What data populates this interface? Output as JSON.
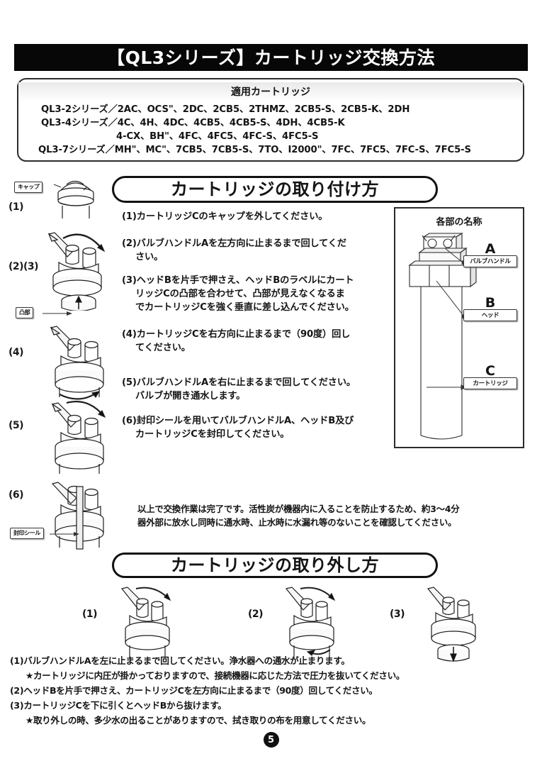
{
  "page": {
    "title": "【QL3シリーズ】カートリッジ交換方法",
    "page_number": "5"
  },
  "cartridge_box": {
    "title": "適用カートリッジ",
    "lines": [
      "QL3-2シリーズ／2AC、OCS\"、2DC、2CB5、2THMZ、2CB5-S、2CB5-K、2DH",
      "QL3-4シリーズ／4C、4H、4DC、4CB5、4CB5-S、4DH、4CB5-K",
      "4-CX、BH\"、4FC、4FC5、4FC-S、4FC5-S",
      "QL3-7シリーズ／MH\"、MC\"、7CB5、7CB5-S、7TO、I2000\"、7FC、7FC5、7FC-S、7FC5-S"
    ]
  },
  "install": {
    "heading": "カートリッジの取り付け方",
    "steps": [
      {
        "num": "(1)",
        "lines": [
          "カートリッジCのキャップを外してください。"
        ]
      },
      {
        "num": "(2)",
        "lines": [
          "バルブハンドルAを左方向に止まるまで回してくだ",
          "さい。"
        ]
      },
      {
        "num": "(3)",
        "lines": [
          "ヘッドBを片手で押さえ、ヘッドBのラベルにカート",
          "リッジCの凸部を合わせて、凸部が見えなくなるま",
          "でカートリッジCを強く垂直に差し込んでください。"
        ]
      },
      {
        "num": "(4)",
        "lines": [
          "カートリッジCを右方向に止まるまで（90度）回し",
          "てください。"
        ]
      },
      {
        "num": "(5)",
        "lines": [
          "バルブハンドルAを右に止まるまで回してください。",
          "バルブが開き通水します。"
        ]
      },
      {
        "num": "(6)",
        "lines": [
          "封印シールを用いてバルブハンドルA、ヘッドB及び",
          "カートリッジCを封印してください。"
        ]
      }
    ],
    "closing": [
      "以上で交換作業は完了です。活性炭が機器内に入ることを防止するため、約3〜4分",
      "器外部に放水し同時に通水時、止水時に水漏れ等のないことを確認してください。"
    ],
    "illustration_labels": [
      "(1)",
      "(2)(3)",
      "(4)",
      "(5)",
      "(6)"
    ],
    "callouts": {
      "cap": "キャップ",
      "boss": "凸部",
      "seal": "封印シール"
    }
  },
  "parts_diagram": {
    "title": "各部の名称",
    "items": [
      {
        "letter": "A",
        "label": "バルブハンドル"
      },
      {
        "letter": "B",
        "label": "ヘッド"
      },
      {
        "letter": "C",
        "label": "カートリッジ"
      }
    ]
  },
  "removal": {
    "heading": "カートリッジの取り外し方",
    "figure_numbers": [
      "(1)",
      "(2)",
      "(3)"
    ],
    "notes": [
      "(1)バルブハンドルAを左に止まるまで回してください。浄水器への通水が止まります。",
      "★カートリッジに内圧が掛かっておりますので、接続機器に応じた方法で圧力を抜いてください。",
      "(2)ヘッドBを片手で押さえ、カートリッジCを左方向に止まるまで（90度）回してください。",
      "(3)カートリッジCを下に引くとヘッドBから抜けます。",
      "★取り外しの時、多少水の出ることがありますので、拭き取りの布を用意してください。"
    ]
  },
  "colors": {
    "banner_bg": "#070707",
    "banner_text": "#ffffff",
    "ink": "#141414",
    "paper": "#ffffff"
  }
}
